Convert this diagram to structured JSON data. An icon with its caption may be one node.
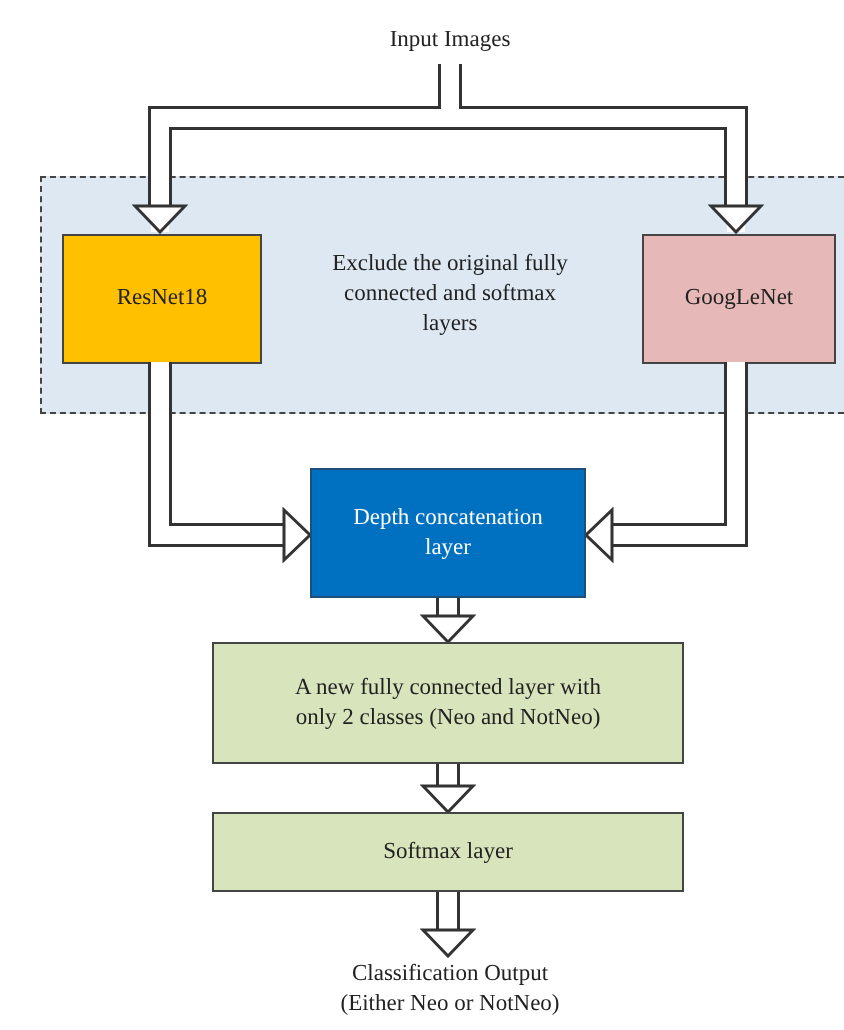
{
  "diagram": {
    "nodes": [
      {
        "text": [
          "Input Images"
        ]
      },
      {
        "text": [
          "Exclude the original fully connected and softmax layers"
        ]
      },
      {
        "text": [
          "ResNet18"
        ],
        "in": 1
      },
      {
        "text": [
          "GoogLeNet"
        ],
        "in": 1
      },
      {
        "text": [
          "Depth concatenation layer"
        ]
      },
      {
        "text": [
          "A new fully connected layer with only 2 classes (Neo and NotNeo)"
        ]
      },
      {
        "text": [
          "Softmax layer"
        ]
      },
      {
        "text": [
          "Classification Output (Either Neo or NotNeo)"
        ]
      }
    ],
    "edges": [
      {
        "from": 0,
        "to": 2,
        "arrow": "to"
      },
      {
        "from": 0,
        "to": 3,
        "arrow": "to"
      },
      {
        "from": 2,
        "to": 4,
        "arrow": "to"
      },
      {
        "from": 3,
        "to": 4,
        "arrow": "to"
      },
      {
        "from": 4,
        "to": 5,
        "arrow": "to"
      },
      {
        "from": 5,
        "to": 6,
        "arrow": "to"
      },
      {
        "from": 6,
        "to": 7,
        "arrow": "to"
      }
    ]
  }
}
